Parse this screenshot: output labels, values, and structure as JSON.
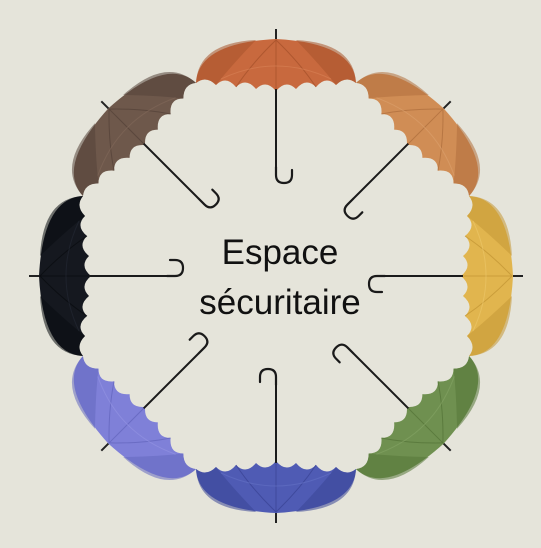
{
  "center_label": {
    "line1": "Espace",
    "line2": "sécuritaire"
  },
  "umbrellas": [
    {
      "name": "top-orange",
      "color": "#c8693e",
      "dark": "#a8532c",
      "light": "#d98257"
    },
    {
      "name": "upper-right-tan",
      "color": "#d08d55",
      "dark": "#b0703e",
      "light": "#dca26e"
    },
    {
      "name": "right-yellow",
      "color": "#e1b54e",
      "dark": "#c49736",
      "light": "#ecc86a"
    },
    {
      "name": "lower-right-green",
      "color": "#6f9050",
      "dark": "#567639",
      "light": "#85a565"
    },
    {
      "name": "bottom-blue",
      "color": "#4f5bb4",
      "dark": "#3b4596",
      "light": "#6471c4"
    },
    {
      "name": "lower-left-periwinkle",
      "color": "#7f80d8",
      "dark": "#6567bf",
      "light": "#9595e3"
    },
    {
      "name": "left-black",
      "color": "#15181f",
      "dark": "#0a0c10",
      "light": "#252a35"
    },
    {
      "name": "upper-left-brown",
      "color": "#6e584b",
      "dark": "#56433a",
      "light": "#82695a"
    }
  ]
}
